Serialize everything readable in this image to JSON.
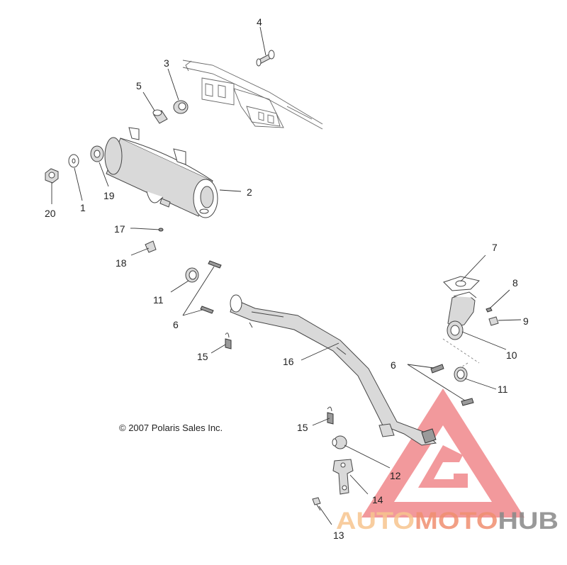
{
  "copyright": "© 2007 Polaris Sales Inc.",
  "callouts": {
    "c1": "1",
    "c2": "2",
    "c3": "3",
    "c4": "4",
    "c5": "5",
    "c6a": "6",
    "c6b": "6",
    "c7": "7",
    "c8": "8",
    "c9": "9",
    "c10": "10",
    "c11a": "11",
    "c11b": "11",
    "c12": "12",
    "c13": "13",
    "c14": "14",
    "c15a": "15",
    "c15b": "15",
    "c16": "16",
    "c17": "17",
    "c18": "18",
    "c19": "19",
    "c20": "20"
  },
  "watermark": {
    "part1": "AUTO",
    "part2": "MOTO",
    "part3": "HUB",
    "triangle_color": "#e8474c",
    "text_color_orange": "#f7c58f",
    "text_color_gray": "#888888"
  }
}
